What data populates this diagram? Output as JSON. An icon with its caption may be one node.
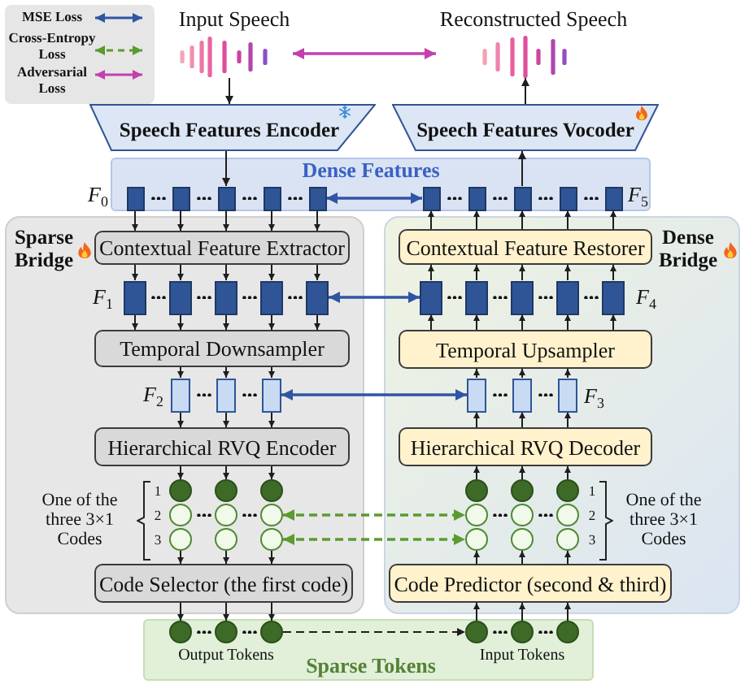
{
  "diagram": {
    "nodes": [
      {
        "text": [
          "Input Speech"
        ]
      },
      {
        "text": [
          "Reconstructed Speech"
        ]
      },
      {
        "text": [
          "Speech Features Encoder"
        ]
      },
      {
        "text": [
          "Speech Features Vocoder"
        ]
      },
      {
        "text": [
          "Dense Features"
        ]
      },
      {
        "text": [],
        "shape": "box",
        "in": 4,
        "beside": [
          "F$_{0}$"
        ]
      },
      {
        "text": [],
        "shape": "box",
        "in": 4
      },
      {
        "text": [],
        "shape": "box",
        "in": 4
      },
      {
        "text": [],
        "shape": "box",
        "in": 4
      },
      {
        "text": [],
        "shape": "box",
        "in": 4
      },
      {
        "text": [],
        "shape": "box",
        "in": 4
      },
      {
        "text": [],
        "shape": "box",
        "in": 4
      },
      {
        "text": [],
        "shape": "box",
        "in": 4
      },
      {
        "text": [],
        "shape": "box",
        "in": 4
      },
      {
        "text": [],
        "shape": "box",
        "in": 4,
        "beside": [
          "F$_{5}$"
        ]
      },
      {
        "text": [
          "Sparse Bridge"
        ]
      },
      {
        "text": [
          "Contextual Feature Extractor"
        ],
        "in": 15
      },
      {
        "text": [],
        "shape": "box",
        "in": 15,
        "beside": [
          "F$_{1}$"
        ]
      },
      {
        "text": [],
        "shape": "box",
        "in": 15
      },
      {
        "text": [],
        "shape": "box",
        "in": 15
      },
      {
        "text": [],
        "shape": "box",
        "in": 15
      },
      {
        "text": [],
        "shape": "box",
        "in": 15
      },
      {
        "text": [
          "Temporal Downsampler"
        ],
        "in": 15
      },
      {
        "text": [],
        "shape": "box",
        "in": 15,
        "beside": [
          "F$_{2}$"
        ]
      },
      {
        "text": [],
        "shape": "box",
        "in": 15
      },
      {
        "text": [],
        "shape": "box",
        "in": 15
      },
      {
        "text": [
          "Hierarchical RVQ Encoder"
        ],
        "in": 15
      },
      {
        "text": [],
        "shape": "circle",
        "in": 15
      },
      {
        "text": [],
        "shape": "circle",
        "in": 15
      },
      {
        "text": [],
        "shape": "circle",
        "in": 15
      },
      {
        "text": [],
        "shape": "circle",
        "in": 15
      },
      {
        "text": [],
        "shape": "circle",
        "in": 15
      },
      {
        "text": [],
        "shape": "circle",
        "in": 15
      },
      {
        "text": [],
        "shape": "circle",
        "in": 15
      },
      {
        "text": [],
        "shape": "circle",
        "in": 15
      },
      {
        "text": [],
        "shape": "circle",
        "in": 15
      },
      {
        "text": [
          "Code Selector (the first code)"
        ],
        "in": 15
      },
      {
        "text": [
          "Dense Bridge"
        ]
      },
      {
        "text": [
          "Contextual Feature Restorer"
        ],
        "in": 37
      },
      {
        "text": [],
        "shape": "box",
        "in": 37
      },
      {
        "text": [],
        "shape": "box",
        "in": 37
      },
      {
        "text": [],
        "shape": "box",
        "in": 37
      },
      {
        "text": [],
        "shape": "box",
        "in": 37
      },
      {
        "text": [],
        "shape": "box",
        "in": 37,
        "beside": [
          "F$_{4}$"
        ]
      },
      {
        "text": [
          "Temporal Upsampler"
        ],
        "in": 37
      },
      {
        "text": [],
        "shape": "box",
        "in": 37
      },
      {
        "text": [],
        "shape": "box",
        "in": 37
      },
      {
        "text": [],
        "shape": "box",
        "in": 37,
        "beside": [
          "F$_{3}$"
        ]
      },
      {
        "text": [
          "Hierarchical RVQ Decoder"
        ],
        "in": 37
      },
      {
        "text": [],
        "shape": "circle",
        "in": 37
      },
      {
        "text": [],
        "shape": "circle",
        "in": 37
      },
      {
        "text": [],
        "shape": "circle",
        "in": 37
      },
      {
        "text": [],
        "shape": "circle",
        "in": 37
      },
      {
        "text": [],
        "shape": "circle",
        "in": 37
      },
      {
        "text": [],
        "shape": "circle",
        "in": 37
      },
      {
        "text": [],
        "shape": "circle",
        "in": 37
      },
      {
        "text": [],
        "shape": "circle",
        "in": 37
      },
      {
        "text": [],
        "shape": "circle",
        "in": 37
      },
      {
        "text": [
          "Code Predictor (second & third)"
        ],
        "in": 37
      },
      {
        "text": [
          "Sparse Tokens"
        ]
      },
      {
        "text": [],
        "shape": "circle",
        "in": 59
      },
      {
        "text": [],
        "shape": "circle",
        "in": 59,
        "beside": [
          "Output Tokens"
        ]
      },
      {
        "text": [],
        "shape": "circle",
        "in": 59
      },
      {
        "text": [],
        "shape": "circle",
        "in": 59
      },
      {
        "text": [],
        "shape": "circle",
        "in": 59,
        "beside": [
          "Input Tokens"
        ]
      },
      {
        "text": [],
        "shape": "circle",
        "in": 59
      }
    ],
    "edges": [
      {
        "from": 0,
        "to": 2,
        "arrow": "to"
      },
      {
        "from": 2,
        "to": 7,
        "arrow": "to"
      },
      {
        "from": 5,
        "to": 16,
        "arrow": "to"
      },
      {
        "from": 6,
        "to": 16,
        "arrow": "to"
      },
      {
        "from": 7,
        "to": 16,
        "arrow": "to"
      },
      {
        "from": 8,
        "to": 16,
        "arrow": "to"
      },
      {
        "from": 9,
        "to": 16,
        "arrow": "to"
      },
      {
        "from": 16,
        "to": 17,
        "arrow": "to"
      },
      {
        "from": 16,
        "to": 18,
        "arrow": "to"
      },
      {
        "from": 16,
        "to": 19,
        "arrow": "to"
      },
      {
        "from": 16,
        "to": 20,
        "arrow": "to"
      },
      {
        "from": 16,
        "to": 21,
        "arrow": "to"
      },
      {
        "from": 17,
        "to": 22,
        "arrow": "to"
      },
      {
        "from": 18,
        "to": 22,
        "arrow": "to"
      },
      {
        "from": 19,
        "to": 22,
        "arrow": "to"
      },
      {
        "from": 20,
        "to": 22,
        "arrow": "to"
      },
      {
        "from": 21,
        "to": 22,
        "arrow": "to"
      },
      {
        "from": 22,
        "to": 23,
        "arrow": "to"
      },
      {
        "from": 22,
        "to": 24,
        "arrow": "to"
      },
      {
        "from": 22,
        "to": 25,
        "arrow": "to"
      },
      {
        "from": 23,
        "to": 26,
        "arrow": "to"
      },
      {
        "from": 24,
        "to": 26,
        "arrow": "to"
      },
      {
        "from": 25,
        "to": 26,
        "arrow": "to"
      },
      {
        "from": 26,
        "to": 27,
        "arrow": "to"
      },
      {
        "from": 26,
        "to": 28,
        "arrow": "to"
      },
      {
        "from": 26,
        "to": 29,
        "arrow": "to"
      },
      {
        "from": 33,
        "to": 36,
        "arrow": "to"
      },
      {
        "from": 34,
        "to": 36,
        "arrow": "to"
      },
      {
        "from": 35,
        "to": 36,
        "arrow": "to"
      },
      {
        "from": 36,
        "to": 60,
        "arrow": "to"
      },
      {
        "from": 36,
        "to": 61,
        "arrow": "to"
      },
      {
        "from": 36,
        "to": 62,
        "arrow": "to"
      },
      {
        "from": 62,
        "to": 63,
        "arrow": "to",
        "style": "dashed"
      },
      {
        "from": 63,
        "to": 58,
        "arrow": "to"
      },
      {
        "from": 64,
        "to": 58,
        "arrow": "to"
      },
      {
        "from": 65,
        "to": 58,
        "arrow": "to"
      },
      {
        "from": 58,
        "to": 55,
        "arrow": "to"
      },
      {
        "from": 58,
        "to": 56,
        "arrow": "to"
      },
      {
        "from": 58,
        "to": 57,
        "arrow": "to"
      },
      {
        "from": 49,
        "to": 48,
        "arrow": "to"
      },
      {
        "from": 50,
        "to": 48,
        "arrow": "to"
      },
      {
        "from": 51,
        "to": 48,
        "arrow": "to"
      },
      {
        "from": 48,
        "to": 45,
        "arrow": "to"
      },
      {
        "from": 48,
        "to": 46,
        "arrow": "to"
      },
      {
        "from": 48,
        "to": 47,
        "arrow": "to"
      },
      {
        "from": 45,
        "to": 44,
        "arrow": "to"
      },
      {
        "from": 46,
        "to": 44,
        "arrow": "to"
      },
      {
        "from": 47,
        "to": 44,
        "arrow": "to"
      },
      {
        "from": 44,
        "to": 39,
        "arrow": "to"
      },
      {
        "from": 44,
        "to": 40,
        "arrow": "to"
      },
      {
        "from": 44,
        "to": 41,
        "arrow": "to"
      },
      {
        "from": 44,
        "to": 42,
        "arrow": "to"
      },
      {
        "from": 44,
        "to": 43,
        "arrow": "to"
      },
      {
        "from": 39,
        "to": 38,
        "arrow": "to"
      },
      {
        "from": 40,
        "to": 38,
        "arrow": "to"
      },
      {
        "from": 41,
        "to": 38,
        "arrow": "to"
      },
      {
        "from": 42,
        "to": 38,
        "arrow": "to"
      },
      {
        "from": 43,
        "to": 38,
        "arrow": "to"
      },
      {
        "from": 38,
        "to": 10,
        "arrow": "to"
      },
      {
        "from": 38,
        "to": 11,
        "arrow": "to"
      },
      {
        "from": 38,
        "to": 12,
        "arrow": "to"
      },
      {
        "from": 38,
        "to": 13,
        "arrow": "to"
      },
      {
        "from": 38,
        "to": 14,
        "arrow": "to"
      },
      {
        "from": 12,
        "to": 3,
        "arrow": "to"
      },
      {
        "from": 3,
        "to": 1,
        "arrow": "to"
      },
      {
        "from": 0,
        "to": 1,
        "arrow": "both",
        "color": "#c43fae"
      },
      {
        "from": 9,
        "to": 10,
        "arrow": "both",
        "color": "#2f55a4"
      },
      {
        "from": 21,
        "to": 39,
        "arrow": "both",
        "color": "#2f55a4"
      },
      {
        "from": 25,
        "to": 45,
        "arrow": "both",
        "color": "#2f55a4"
      },
      {
        "from": 32,
        "to": 52,
        "arrow": "both",
        "style": "dashed",
        "color": "#5b9b2f"
      },
      {
        "from": 35,
        "to": 55,
        "arrow": "both",
        "style": "dashed",
        "color": "#5b9b2f"
      }
    ],
    "labels": [
      "1",
      "2",
      "3",
      "One of the three 3×1 Codes",
      "1",
      "2",
      "3",
      "One of the three 3×1 Codes"
    ],
    "legend": [
      {
        "text": "MSE Loss"
      },
      {
        "text": "Cross-Entropy Loss"
      },
      {
        "text": "Adversarial Loss"
      }
    ]
  }
}
